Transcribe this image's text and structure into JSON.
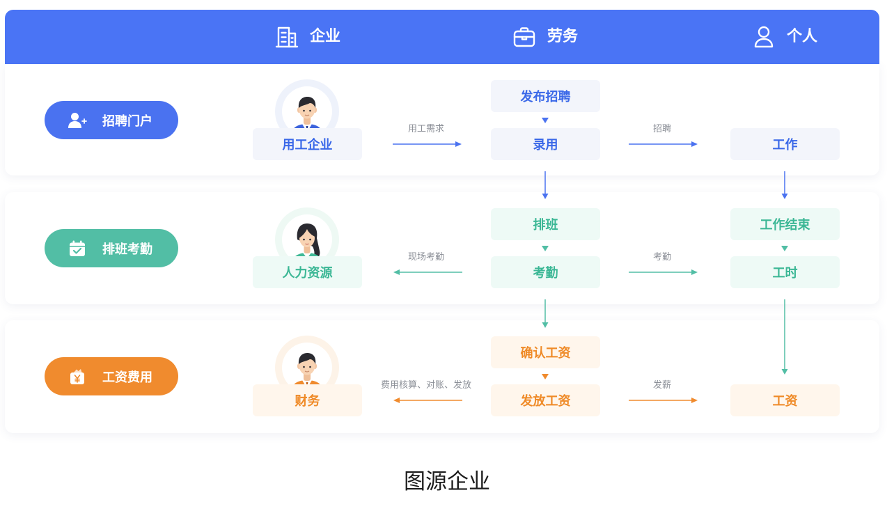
{
  "header": {
    "background": "#4a74f5",
    "columns": [
      {
        "label": "企业",
        "icon": "building-icon"
      },
      {
        "label": "劳务",
        "icon": "briefcase-icon"
      },
      {
        "label": "个人",
        "icon": "person-icon"
      }
    ]
  },
  "rows": [
    {
      "theme": {
        "accent": "#4a72f0",
        "text": "#3a68e8",
        "box_bg": "#f3f5fb",
        "ring_bg": "#eef2fb"
      },
      "category": {
        "label": "招聘门户",
        "icon": "add-user-icon"
      },
      "enterprise": {
        "label": "用工企业",
        "avatar_icon": "businessman-avatar-icon"
      },
      "enterprise_flow": "用工需求",
      "labor": [
        "发布招聘",
        "录用"
      ],
      "individual_flow": "招聘",
      "individual": [
        "工作"
      ]
    },
    {
      "theme": {
        "accent": "#52bea5",
        "text": "#3bb795",
        "box_bg": "#eefaf6",
        "ring_bg": "#eef9f4"
      },
      "category": {
        "label": "排班考勤",
        "icon": "calendar-check-icon"
      },
      "enterprise": {
        "label": "人力资源",
        "avatar_icon": "businesswoman-avatar-icon"
      },
      "enterprise_flow": "现场考勤",
      "labor": [
        "排班",
        "考勤"
      ],
      "individual_flow": "考勤",
      "individual": [
        "工作结束",
        "工时"
      ]
    },
    {
      "theme": {
        "accent": "#f08b2e",
        "text": "#ef8a27",
        "box_bg": "#fff6ec",
        "ring_bg": "#fdf3e8"
      },
      "category": {
        "label": "工资费用",
        "icon": "wallet-yen-icon"
      },
      "enterprise": {
        "label": "财务",
        "avatar_icon": "businessman-avatar-icon"
      },
      "enterprise_flow": "费用核算、对账、发放",
      "labor": [
        "确认工资",
        "发放工资"
      ],
      "individual_flow": "发薪",
      "individual": [
        "工资"
      ]
    }
  ],
  "caption": "图源企业"
}
